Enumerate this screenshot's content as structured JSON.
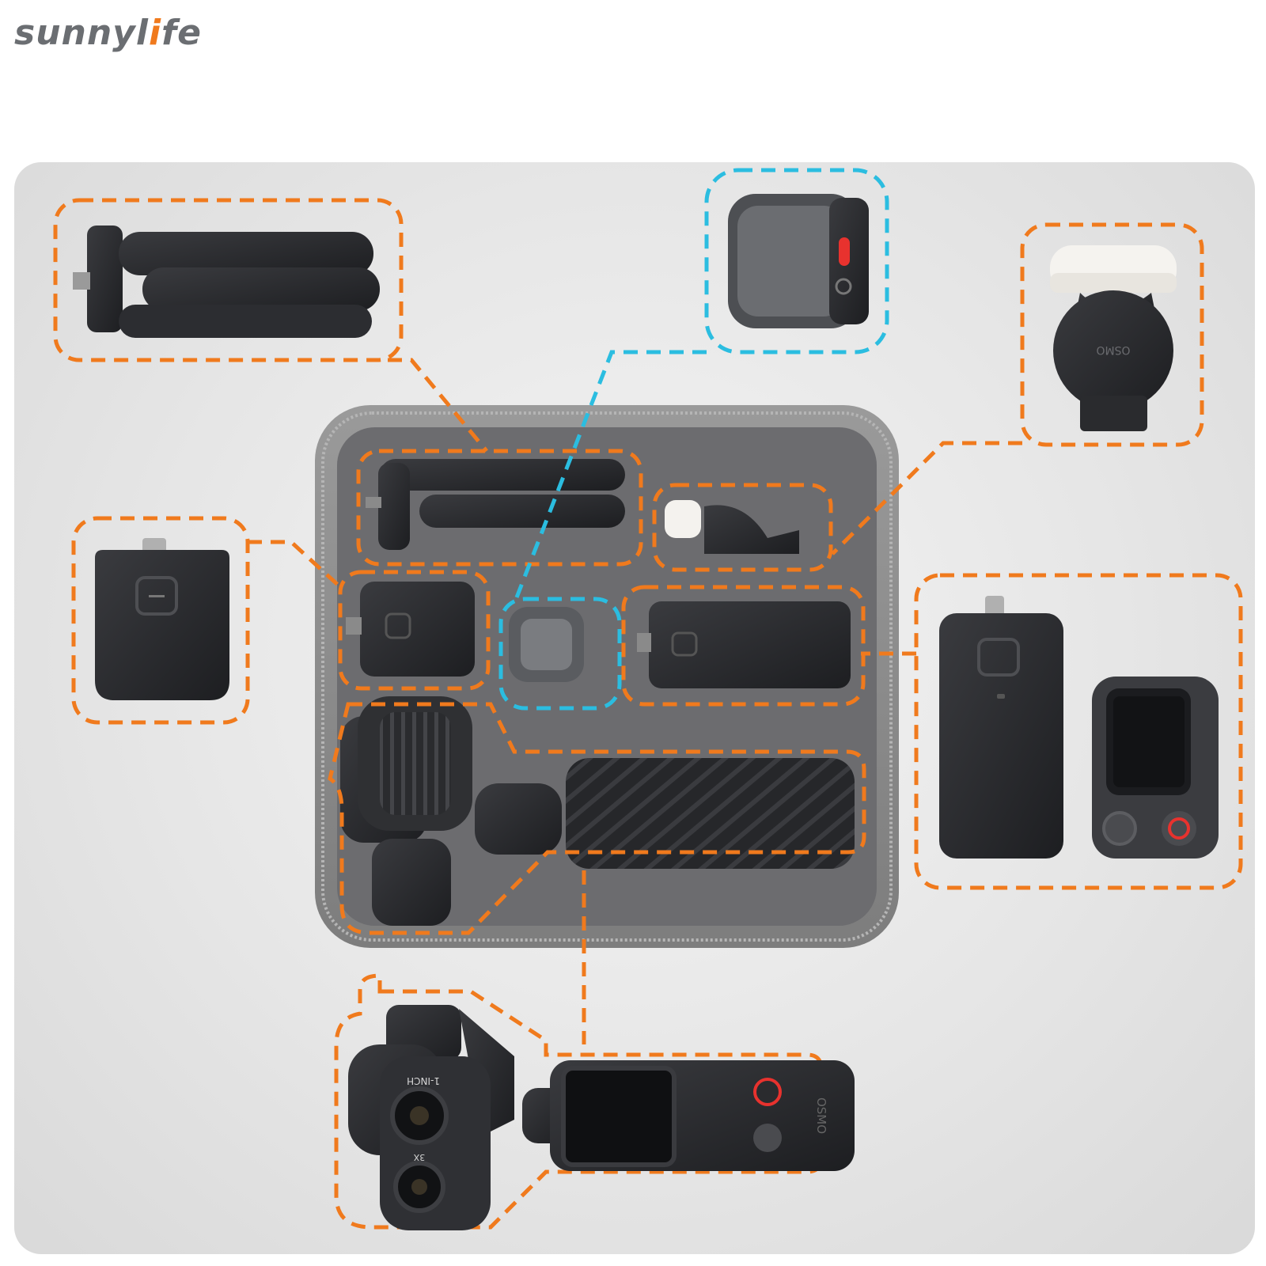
{
  "brand": {
    "logo_text_prefix": "sunnyl",
    "logo_text_suffix": "fe",
    "logo_dot": "i"
  },
  "colors": {
    "orange_dash": "#f07a1d",
    "blue_dash": "#2bbde0",
    "panel_bg": "#e6e6e6",
    "device_dark": "#2a2b2e",
    "case_gray": "#8d8d8d",
    "foam": "#6f6f72"
  },
  "product_labels": {
    "lens_cap_marking": "OSMO",
    "camera_top_marking": "1-INCH",
    "camera_zoom_marking": "3X",
    "camera_body_marking": "OSMO"
  },
  "callouts": [
    {
      "icon": "mini-tripod-icon"
    },
    {
      "icon": "mic-transmitter-icon"
    },
    {
      "icon": "lens-cover-icon"
    },
    {
      "icon": "battery-handle-icon"
    },
    {
      "icon": "handle-and-remote-icon"
    },
    {
      "icon": "gimbal-camera-icon"
    }
  ]
}
